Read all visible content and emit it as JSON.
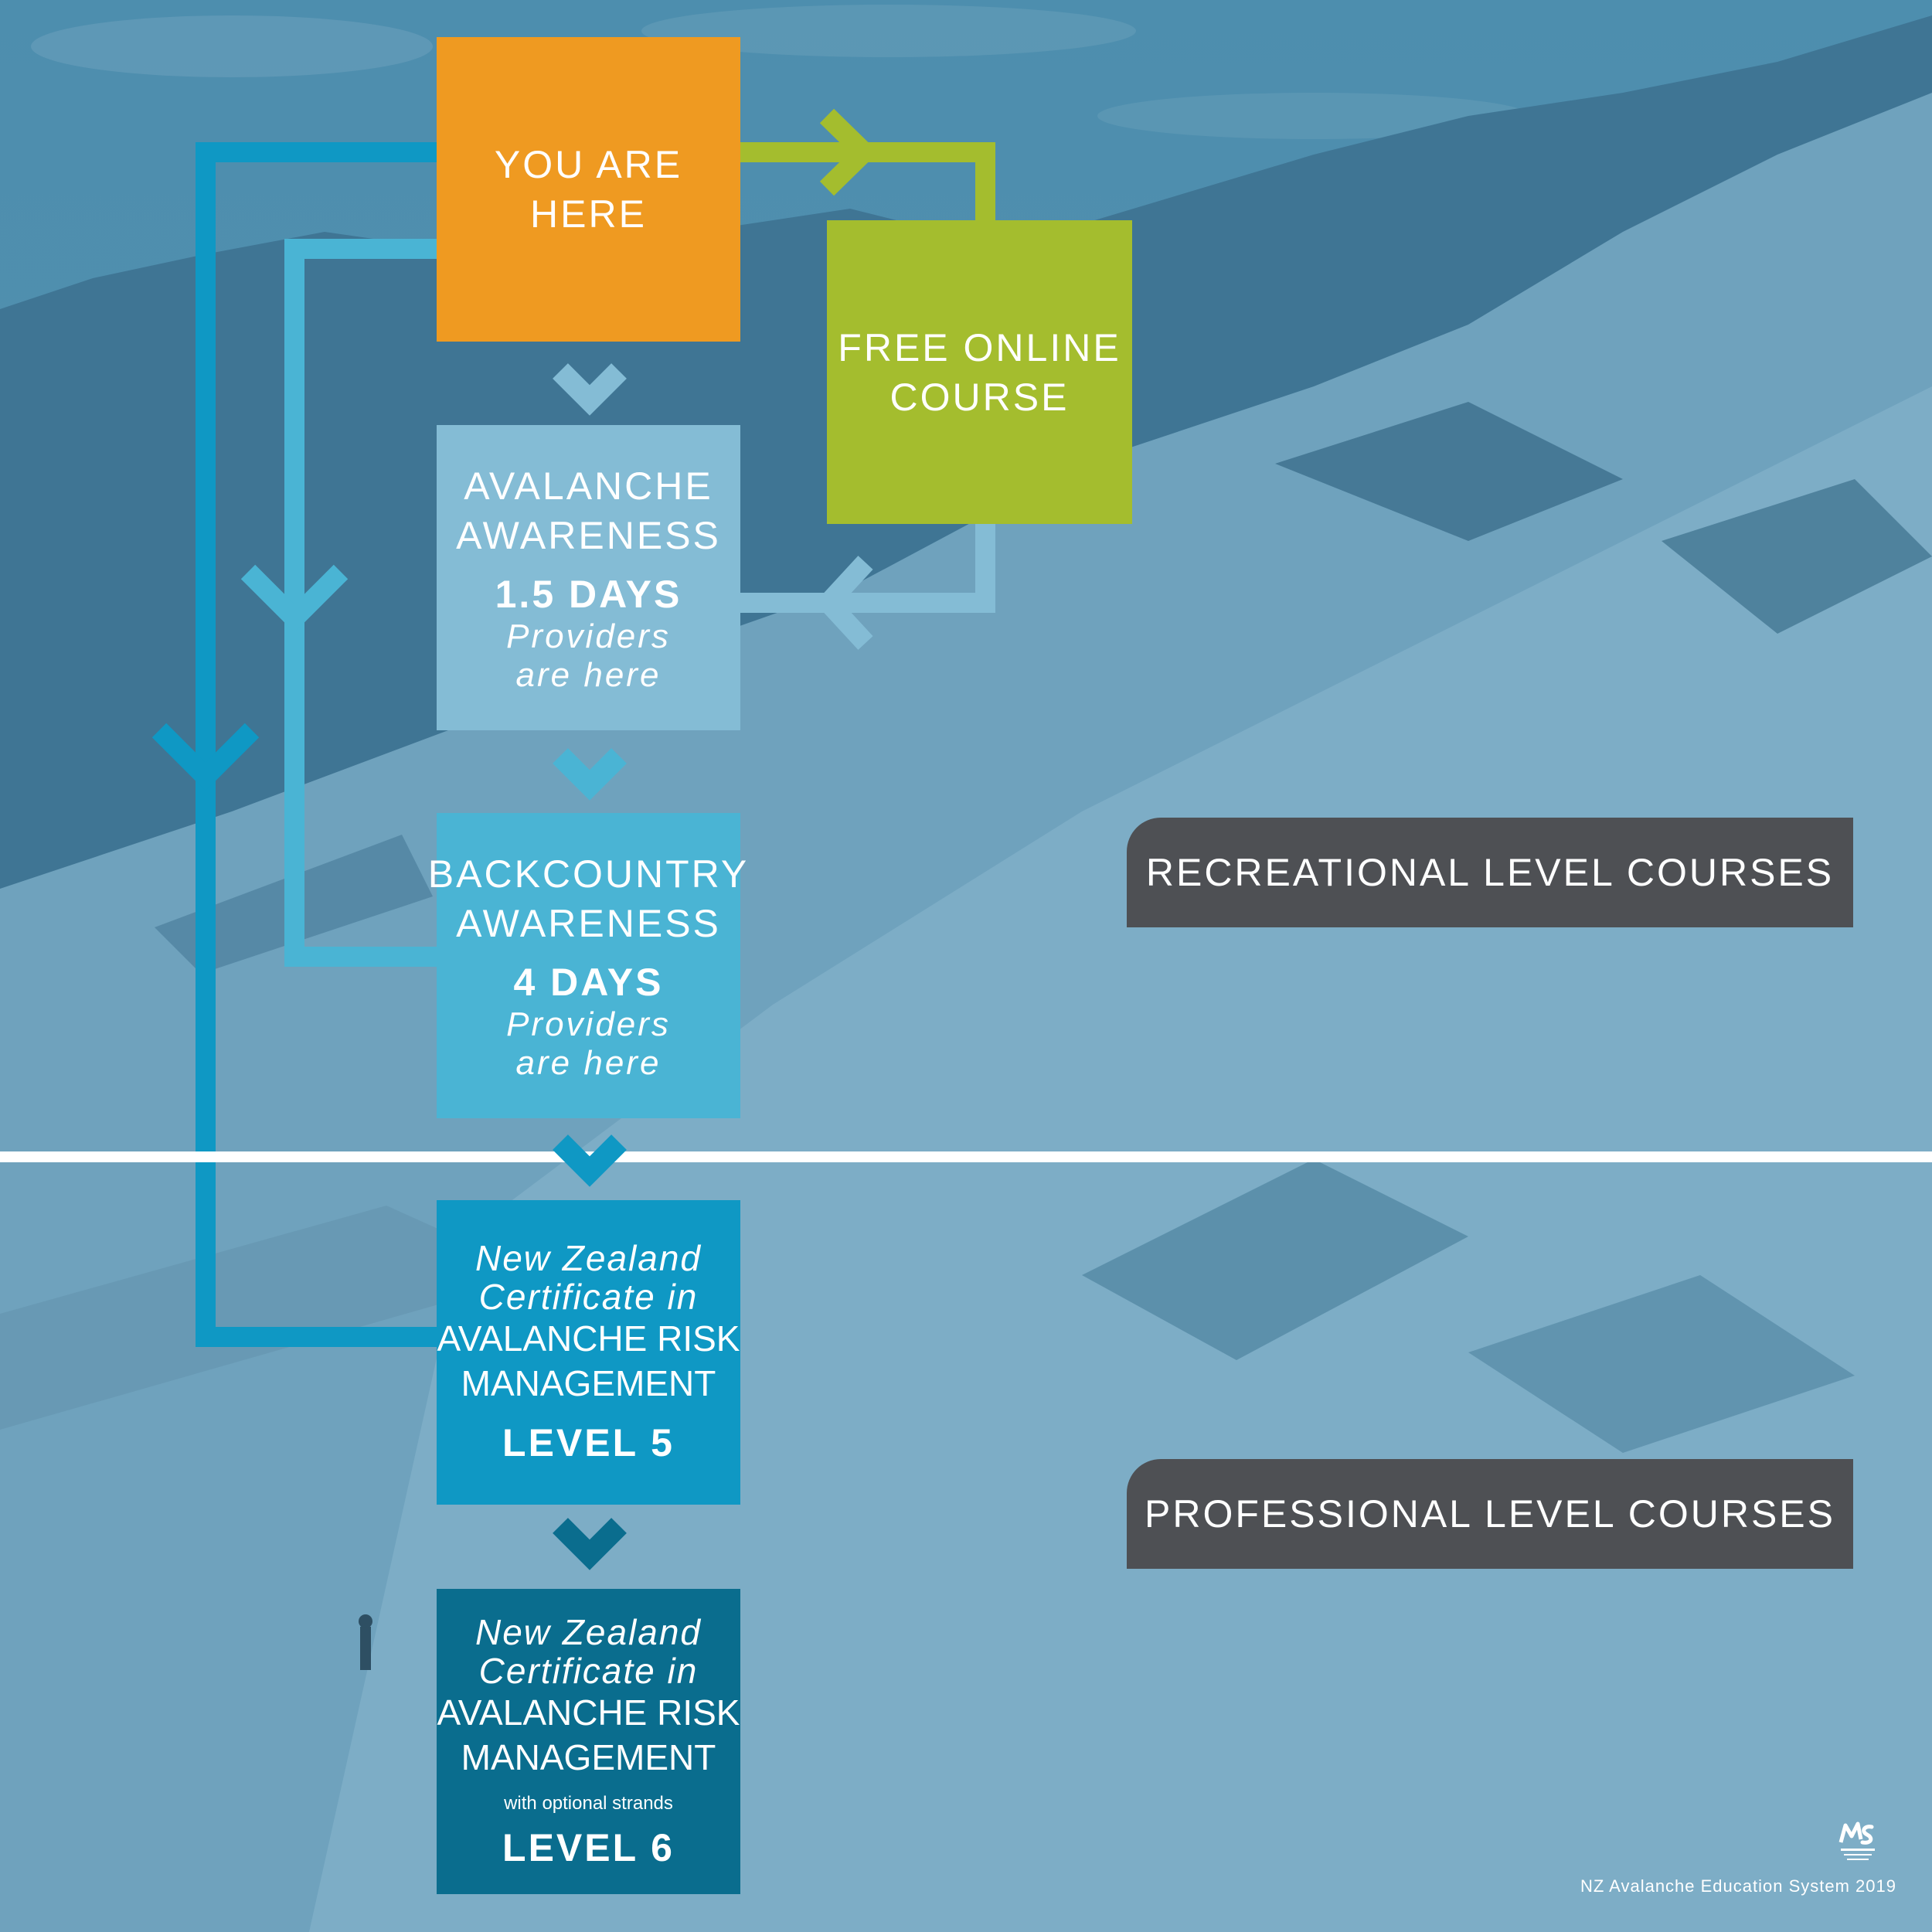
{
  "nodes": {
    "you_are_here": {
      "lines": [
        "YOU ARE",
        "HERE"
      ],
      "color": "#ef9a21"
    },
    "free_online": {
      "lines": [
        "FREE ONLINE",
        "COURSE"
      ],
      "color": "#a4bd2e"
    },
    "avalanche_awareness": {
      "lines": [
        "AVALANCHE",
        "AWARENESS"
      ],
      "duration": "1.5 DAYS",
      "provider_lines": [
        "Providers",
        "are here"
      ],
      "color": "#84bcd5"
    },
    "backcountry_awareness": {
      "lines": [
        "BACKCOUNTRY",
        "AWARENESS"
      ],
      "duration": "4 DAYS",
      "provider_lines": [
        "Providers",
        "are here"
      ],
      "color": "#4ab4d4"
    },
    "level5": {
      "italic_lines": [
        "New Zealand",
        "Certificate in"
      ],
      "upper_lines": [
        "AVALANCHE RISK",
        "MANAGEMENT"
      ],
      "level": "LEVEL 5",
      "color": "#0f98c4"
    },
    "level6": {
      "italic_lines": [
        "New Zealand",
        "Certificate in"
      ],
      "upper_lines": [
        "AVALANCHE RISK",
        "MANAGEMENT"
      ],
      "note": "with optional strands",
      "level": "LEVEL 6",
      "color": "#0a6d8e"
    }
  },
  "labels": {
    "recreational": "RECREATIONAL LEVEL COURSES",
    "professional": "PROFESSIONAL LEVEL COURSES"
  },
  "footer": "NZ Avalanche Education System 2019",
  "logo_icon": "outdoor-safety-logo-icon",
  "colors": {
    "green_path": "#a4bd2e",
    "light_blue_path": "#84bcd5",
    "mid_blue_path": "#4ab4d4",
    "dark_blue_path": "#0f98c4",
    "divider": "#ffffff",
    "pill": "#4e5054"
  }
}
